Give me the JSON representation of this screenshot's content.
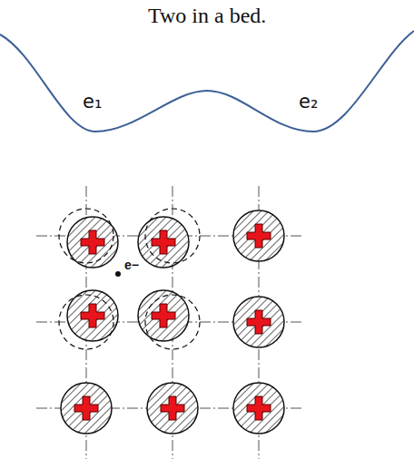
{
  "diagram": {
    "title": "Two in a bed.",
    "labels": [
      "e₁",
      "e₂",
      "e−"
    ]
  }
}
